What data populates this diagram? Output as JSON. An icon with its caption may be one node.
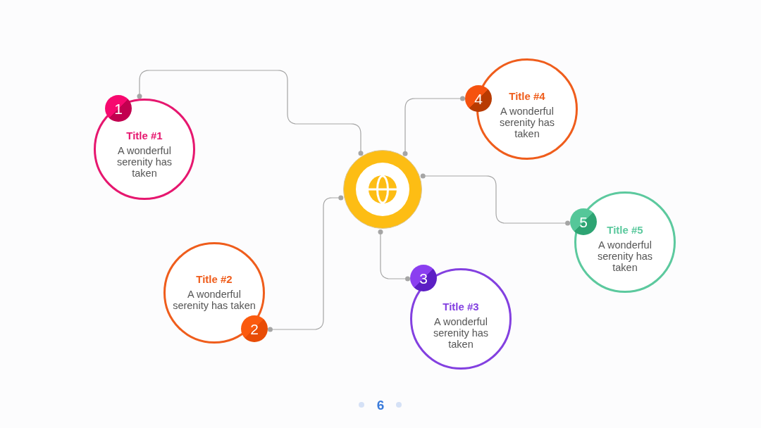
{
  "diagram": {
    "nodes": [
      {
        "text": [],
        "shape": "circle"
      },
      {
        "text": [
          "1"
        ]
      },
      {
        "text": [
          "Title #1",
          "A wonderful serenity has taken"
        ]
      },
      {
        "text": [
          "Title #2",
          "A wonderful serenity has taken"
        ]
      },
      {
        "text": [
          "2"
        ]
      },
      {
        "text": [
          "3"
        ]
      },
      {
        "text": [
          "Title #3",
          "A wonderful serenity has taken"
        ]
      },
      {
        "text": [
          "4"
        ]
      },
      {
        "text": [
          "Title #4",
          "A wonderful serenity has taken"
        ]
      },
      {
        "text": [
          "5"
        ]
      },
      {
        "text": [
          "Title #5",
          "A wonderful serenity has taken"
        ]
      }
    ],
    "edges": [
      {
        "from": 0,
        "to": 2,
        "arrow": "other"
      },
      {
        "from": 0,
        "to": 4,
        "arrow": "other"
      },
      {
        "from": 0,
        "to": 5,
        "arrow": "other"
      },
      {
        "from": 0,
        "to": 7,
        "arrow": "other"
      },
      {
        "from": 0,
        "to": 9,
        "arrow": "other"
      }
    ],
    "labels": [
      "6"
    ]
  }
}
